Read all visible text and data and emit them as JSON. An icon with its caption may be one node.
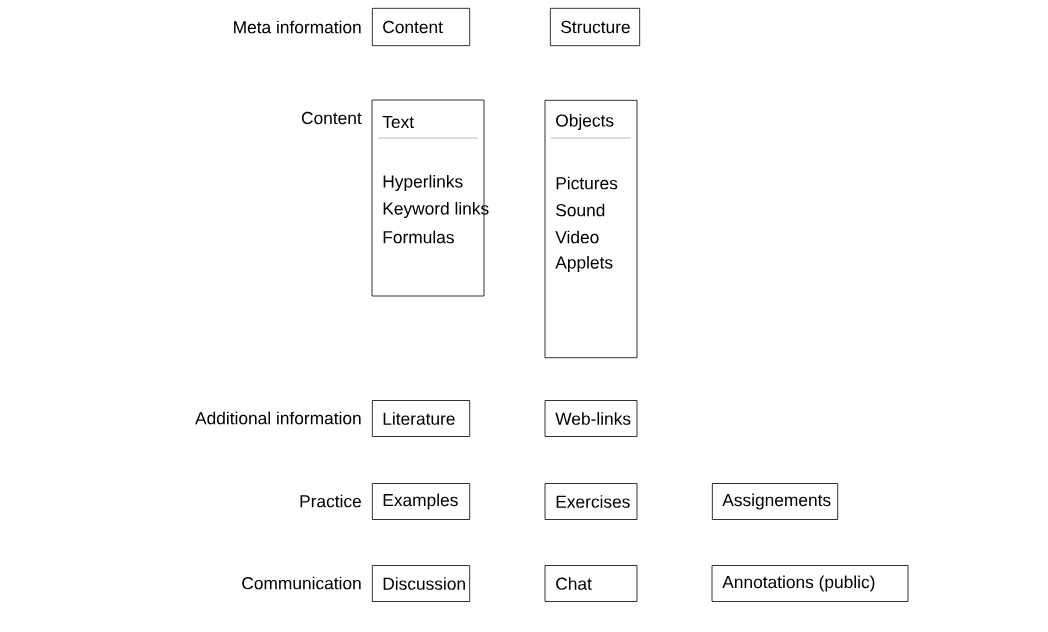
{
  "diagram": {
    "nodes": [
      {
        "text": [
          "Content"
        ]
      },
      {
        "text": [
          "Structure"
        ]
      },
      {
        "text": [
          "Text",
          "Hyperlinks",
          "Keyword links",
          "Formulas"
        ]
      },
      {
        "text": [
          "Objects",
          "Pictures",
          "Sound",
          "Video",
          "Applets"
        ]
      },
      {
        "text": [
          "Literature"
        ]
      },
      {
        "text": [
          "Web-links"
        ]
      },
      {
        "text": [
          "Examples"
        ]
      },
      {
        "text": [
          "Exercises"
        ]
      },
      {
        "text": [
          "Assignements"
        ]
      },
      {
        "text": [
          "Discussion"
        ]
      },
      {
        "text": [
          "Chat"
        ]
      },
      {
        "text": [
          "Annotations (public)"
        ]
      }
    ],
    "labels": [
      "Meta information",
      "Content",
      "Additional information",
      "Practice",
      "Communication"
    ]
  }
}
